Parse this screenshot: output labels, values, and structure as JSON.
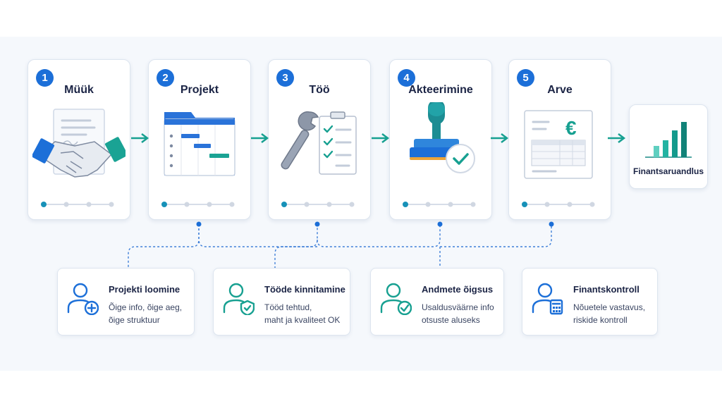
{
  "steps": [
    {
      "number": "1",
      "title": "Müük",
      "icon": "handshake-contract-icon",
      "active_dot": 0
    },
    {
      "number": "2",
      "title": "Projekt",
      "icon": "project-gantt-folder-icon",
      "active_dot": 0
    },
    {
      "number": "3",
      "title": "Töö",
      "icon": "wrench-checklist-icon",
      "active_dot": 0
    },
    {
      "number": "4",
      "title": "Akteerimine",
      "icon": "approval-stamp-icon",
      "active_dot": 0
    },
    {
      "number": "5",
      "title": "Arve",
      "icon": "euro-invoice-icon",
      "active_dot": 0
    }
  ],
  "final": {
    "label": "Finantsaruandlus",
    "icon": "bar-chart-icon"
  },
  "controls": [
    {
      "title": "Projekti loomine",
      "line1": "Õige info, õige aeg,",
      "line2": "õige struktuur",
      "icon": "user-plus-icon"
    },
    {
      "title": "Tööde kinnitamine",
      "line1": "Tööd tehtud,",
      "line2": "maht ja kvaliteet OK",
      "icon": "user-shield-icon"
    },
    {
      "title": "Andmete õigsus",
      "line1": "Usaldusväärne info",
      "line2": "otsuste aluseks",
      "icon": "user-check-icon"
    },
    {
      "title": "Finantskontroll",
      "line1": "Nõuetele vastavus,",
      "line2": "riskide kontroll",
      "icon": "user-calculator-icon"
    }
  ],
  "colors": {
    "accent_blue": "#1c6fd8",
    "accent_teal": "#18a59a",
    "text_dark": "#1b2445"
  }
}
